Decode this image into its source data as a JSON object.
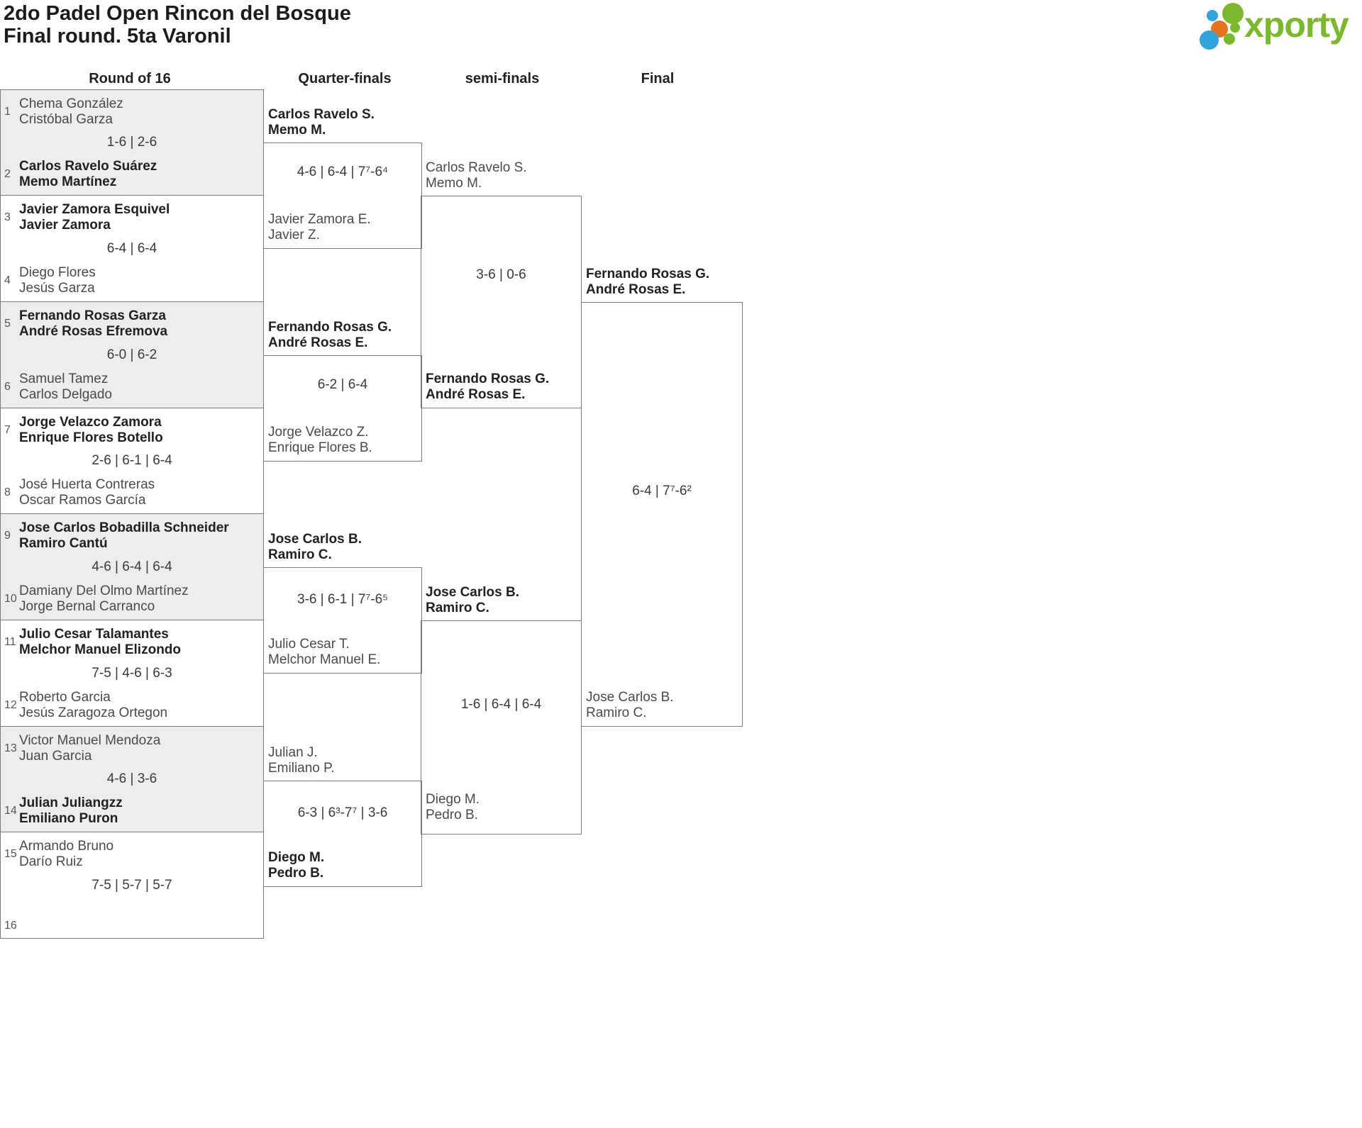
{
  "title": {
    "line1": "2do Padel Open Rincon del Bosque",
    "line2": "Final round. 5ta Varonil"
  },
  "logo": {
    "text": "xporty",
    "green": "#7cb82e",
    "blue": "#33a3dc",
    "orange": "#e6731e"
  },
  "columns": [
    {
      "label": "Round of 16"
    },
    {
      "label": "Quarter-finals"
    },
    {
      "label": "semi-finals"
    },
    {
      "label": "Final"
    }
  ],
  "round_of_16": [
    {
      "seed1": "1",
      "team1": [
        "Chema González",
        "Cristóbal Garza"
      ],
      "score": "1-6 | 2-6",
      "seed2": "2",
      "team2": [
        "Carlos Ravelo Suárez",
        "Memo Martínez"
      ],
      "winner": "team2"
    },
    {
      "seed1": "3",
      "team1": [
        "Javier Zamora Esquivel",
        "Javier Zamora"
      ],
      "score": "6-4 | 6-4",
      "seed2": "4",
      "team2": [
        "Diego Flores",
        "Jesús Garza"
      ],
      "winner": "team1"
    },
    {
      "seed1": "5",
      "team1": [
        "Fernando Rosas Garza",
        "André Rosas Efremova"
      ],
      "score": "6-0 | 6-2",
      "seed2": "6",
      "team2": [
        "Samuel Tamez",
        "Carlos Delgado"
      ],
      "winner": "team1"
    },
    {
      "seed1": "7",
      "team1": [
        "Jorge Velazco Zamora",
        "Enrique Flores Botello"
      ],
      "score": "2-6 | 6-1 | 6-4",
      "seed2": "8",
      "team2": [
        "José Huerta Contreras",
        "Oscar Ramos García"
      ],
      "winner": "team1"
    },
    {
      "seed1": "9",
      "team1": [
        "Jose Carlos Bobadilla Schneider",
        "Ramiro Cantú"
      ],
      "score": "4-6 | 6-4 | 6-4",
      "seed2": "10",
      "team2": [
        "Damiany Del Olmo Martínez",
        "Jorge Bernal Carranco"
      ],
      "winner": "team1"
    },
    {
      "seed1": "11",
      "team1": [
        "Julio Cesar Talamantes",
        "Melchor Manuel Elizondo"
      ],
      "score": "7-5 | 4-6 | 6-3",
      "seed2": "12",
      "team2": [
        "Roberto Garcia",
        "Jesús Zaragoza Ortegon"
      ],
      "winner": "team1"
    },
    {
      "seed1": "13",
      "team1": [
        "Victor Manuel Mendoza",
        "Juan Garcia"
      ],
      "score": "4-6 | 3-6",
      "seed2": "14",
      "team2": [
        "Julian Juliangzz",
        "Emiliano Puron"
      ],
      "winner": "team2"
    },
    {
      "seed1": "15",
      "team1": [
        "Armando Bruno",
        "Darío Ruiz"
      ],
      "score": "7-5 | 5-7 | 5-7",
      "seed2": "16",
      "team2": [
        "",
        ""
      ],
      "winner": "team2"
    }
  ],
  "quarter_finals": [
    {
      "team1": [
        "Carlos Ravelo S.",
        "Memo M."
      ],
      "score": "4-6 | 6-4 | 7⁷-6⁴",
      "team2": [
        "Javier Zamora E.",
        "Javier Z."
      ],
      "winner": "team1"
    },
    {
      "team1": [
        "Fernando Rosas G.",
        "André Rosas E."
      ],
      "score": "6-2 | 6-4",
      "team2": [
        "Jorge Velazco Z.",
        "Enrique Flores B."
      ],
      "winner": "team1"
    },
    {
      "team1": [
        "Jose Carlos B.",
        "Ramiro C."
      ],
      "score": "3-6 | 6-1 | 7⁷-6⁵",
      "team2": [
        "Julio Cesar T.",
        "Melchor Manuel E."
      ],
      "winner": "team1"
    },
    {
      "team1": [
        "Julian J.",
        "Emiliano P."
      ],
      "score": "6-3 | 6³-7⁷ | 3-6",
      "team2": [
        "Diego M.",
        "Pedro B."
      ],
      "winner": "team2"
    }
  ],
  "semi_finals": [
    {
      "team1": [
        "Carlos Ravelo S.",
        "Memo M."
      ],
      "score": "3-6 | 0-6",
      "team2": [
        "Fernando Rosas G.",
        "André Rosas E."
      ],
      "winner": "team2"
    },
    {
      "team1": [
        "Jose Carlos B.",
        "Ramiro C."
      ],
      "score": "1-6 | 6-4 | 6-4",
      "team2": [
        "Diego M.",
        "Pedro B."
      ],
      "winner": "team1"
    }
  ],
  "final": {
    "team1": [
      "Fernando Rosas G.",
      "André Rosas E."
    ],
    "score": "6-4 | 7⁷-6²",
    "team2": [
      "Jose Carlos B.",
      "Ramiro C."
    ],
    "winner": "team1"
  }
}
